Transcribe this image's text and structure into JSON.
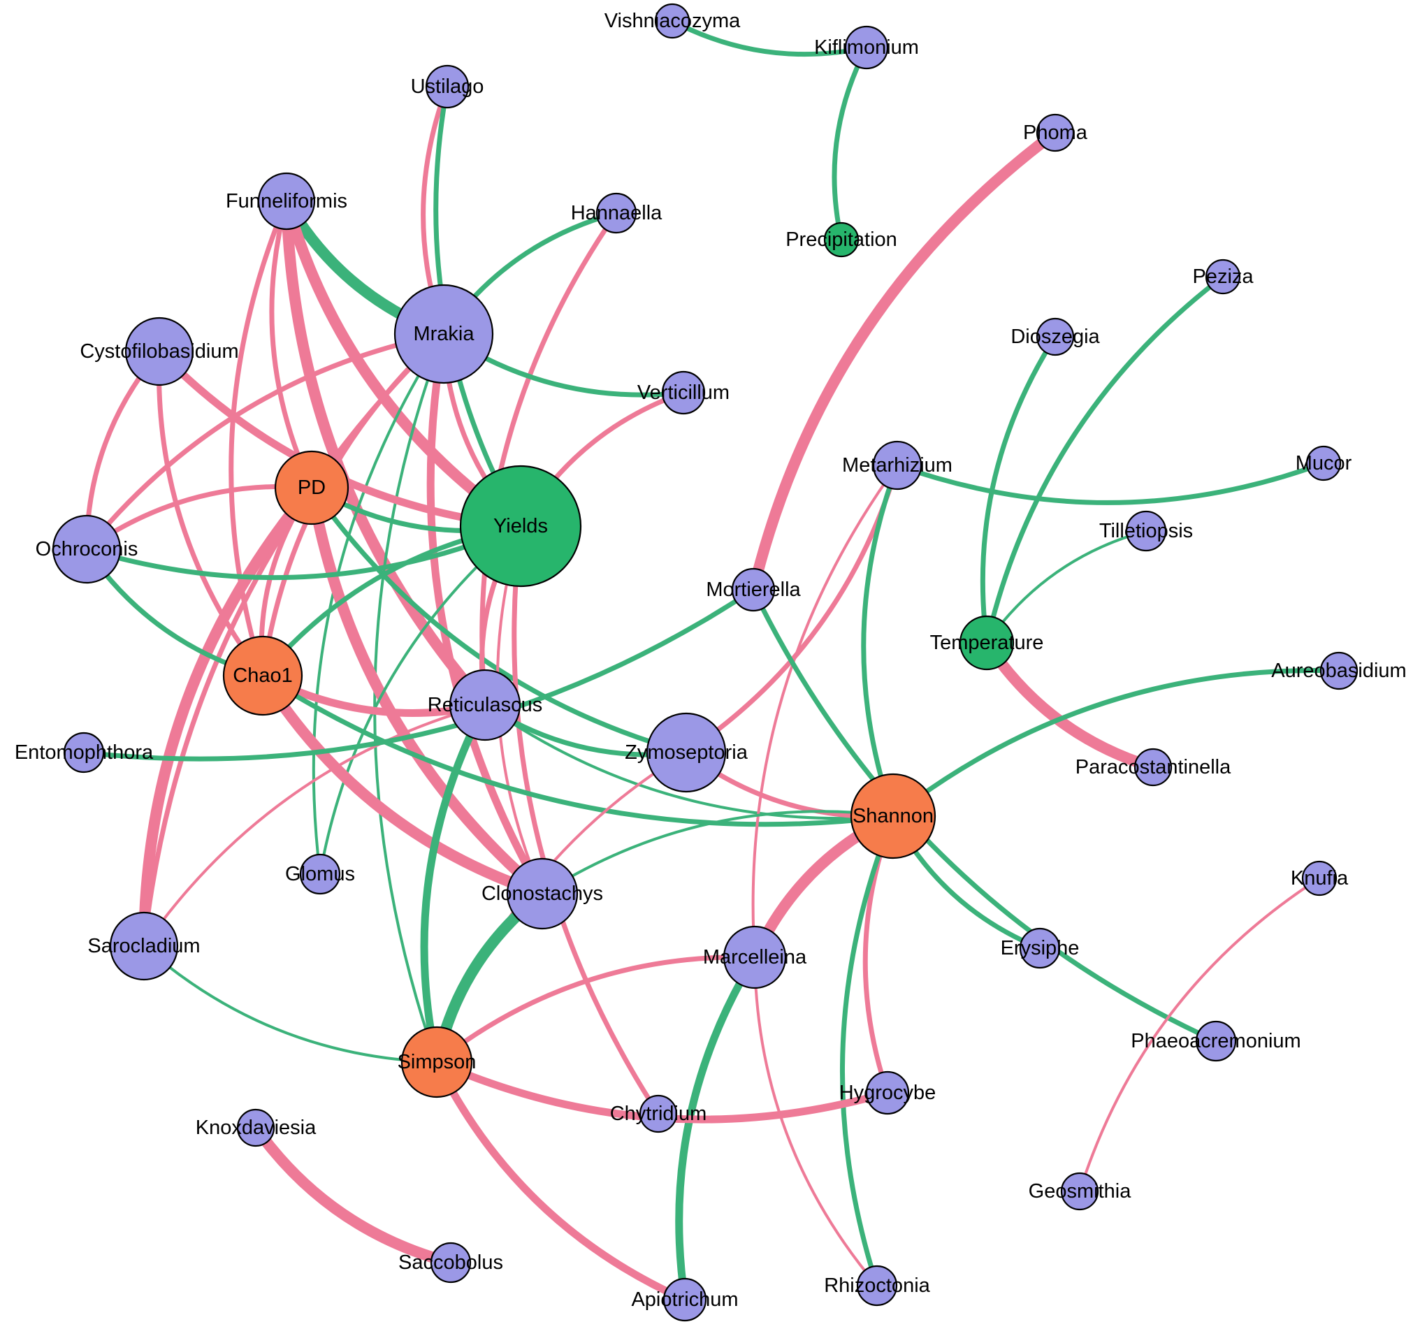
{
  "colors": {
    "genus": "#9b98e6",
    "alpha_diversity": "#f67c4b",
    "environment": "#27b56c",
    "positive": "#3bb27a",
    "negative": "#ee7a97"
  },
  "nodes": [
    {
      "id": "Vishniacozyma",
      "label": "Vishniacozyma",
      "group": "genus"
    },
    {
      "id": "Kiflimonium",
      "label": "Kiflimonium",
      "group": "genus"
    },
    {
      "id": "Ustilago",
      "label": "Ustilago",
      "group": "genus"
    },
    {
      "id": "Phoma",
      "label": "Phoma",
      "group": "genus"
    },
    {
      "id": "Funneliformis",
      "label": "Funneliformis",
      "group": "genus"
    },
    {
      "id": "Hannaella",
      "label": "Hannaella",
      "group": "genus"
    },
    {
      "id": "Precipitation",
      "label": "Precipitation",
      "group": "environment"
    },
    {
      "id": "Peziza",
      "label": "Peziza",
      "group": "genus"
    },
    {
      "id": "Mrakia",
      "label": "Mrakia",
      "group": "genus"
    },
    {
      "id": "Cystofilobasidium",
      "label": "Cystofilobasidium",
      "group": "genus"
    },
    {
      "id": "Dioszegia",
      "label": "Dioszegia",
      "group": "genus"
    },
    {
      "id": "Verticillum",
      "label": "Verticillum",
      "group": "genus"
    },
    {
      "id": "Metarhizium",
      "label": "Metarhizium",
      "group": "genus"
    },
    {
      "id": "Mucor",
      "label": "Mucor",
      "group": "genus"
    },
    {
      "id": "PD",
      "label": "PD",
      "group": "alpha_diversity"
    },
    {
      "id": "Yields",
      "label": "Yields",
      "group": "environment"
    },
    {
      "id": "Ochroconis",
      "label": "Ochroconis",
      "group": "genus"
    },
    {
      "id": "Tilletiopsis",
      "label": "Tilletiopsis",
      "group": "genus"
    },
    {
      "id": "Mortierella",
      "label": "Mortierella",
      "group": "genus"
    },
    {
      "id": "Temperature",
      "label": "Temperature",
      "group": "environment"
    },
    {
      "id": "Chao1",
      "label": "Chao1",
      "group": "alpha_diversity"
    },
    {
      "id": "Aureobasidium",
      "label": "Aureobasidium",
      "group": "genus"
    },
    {
      "id": "Reticulascus",
      "label": "Reticulascus",
      "group": "genus"
    },
    {
      "id": "Entomophthora",
      "label": "Entomophthora",
      "group": "genus"
    },
    {
      "id": "Zymoseptoria",
      "label": "Zymoseptoria",
      "group": "genus"
    },
    {
      "id": "Paracostantinella",
      "label": "Paracostantinella",
      "group": "genus"
    },
    {
      "id": "Shannon",
      "label": "Shannon",
      "group": "alpha_diversity"
    },
    {
      "id": "Glomus",
      "label": "Glomus",
      "group": "genus"
    },
    {
      "id": "Knufia",
      "label": "Knufia",
      "group": "genus"
    },
    {
      "id": "Clonostachys",
      "label": "Clonostachys",
      "group": "genus"
    },
    {
      "id": "Sarocladium",
      "label": "Sarocladium",
      "group": "genus"
    },
    {
      "id": "Erysiphe",
      "label": "Erysiphe",
      "group": "genus"
    },
    {
      "id": "Marcelleina",
      "label": "Marcelleina",
      "group": "genus"
    },
    {
      "id": "Phaeoacremonium",
      "label": "Phaeoacremonium",
      "group": "genus"
    },
    {
      "id": "Simpson",
      "label": "Simpson",
      "group": "alpha_diversity"
    },
    {
      "id": "Hygrocybe",
      "label": "Hygrocybe",
      "group": "genus"
    },
    {
      "id": "Chytridium",
      "label": "Chytridium",
      "group": "genus"
    },
    {
      "id": "Knoxdaviesia",
      "label": "Knoxdaviesia",
      "group": "genus"
    },
    {
      "id": "Geosmithia",
      "label": "Geosmithia",
      "group": "genus"
    },
    {
      "id": "Saccobolus",
      "label": "Saccobolus",
      "group": "genus"
    },
    {
      "id": "Rhizoctonia",
      "label": "Rhizoctonia",
      "group": "genus"
    },
    {
      "id": "Apiotrichum",
      "label": "Apiotrichum",
      "group": "genus"
    }
  ],
  "edges": [
    {
      "source": "Vishniacozyma",
      "target": "Kiflimonium",
      "sign": "positive",
      "weight": 2
    },
    {
      "source": "Kiflimonium",
      "target": "Precipitation",
      "sign": "positive",
      "weight": 2
    },
    {
      "source": "Phoma",
      "target": "Mortierella",
      "sign": "negative",
      "weight": 4
    },
    {
      "source": "Ustilago",
      "target": "Mrakia",
      "sign": "negative",
      "weight": 2
    },
    {
      "source": "Ustilago",
      "target": "Yields",
      "sign": "positive",
      "weight": 2
    },
    {
      "source": "Funneliformis",
      "target": "Mrakia",
      "sign": "positive",
      "weight": 4
    },
    {
      "source": "Funneliformis",
      "target": "Yields",
      "sign": "negative",
      "weight": 4
    },
    {
      "source": "Funneliformis",
      "target": "Reticulascus",
      "sign": "negative",
      "weight": 4
    },
    {
      "source": "Funneliformis",
      "target": "Chao1",
      "sign": "negative",
      "weight": 2
    },
    {
      "source": "Funneliformis",
      "target": "PD",
      "sign": "negative",
      "weight": 2
    },
    {
      "source": "Hannaella",
      "target": "Mrakia",
      "sign": "positive",
      "weight": 2
    },
    {
      "source": "Hannaella",
      "target": "Reticulascus",
      "sign": "negative",
      "weight": 2
    },
    {
      "source": "Mrakia",
      "target": "Verticillum",
      "sign": "positive",
      "weight": 2
    },
    {
      "source": "Mrakia",
      "target": "Clonostachys",
      "sign": "negative",
      "weight": 3
    },
    {
      "source": "Mrakia",
      "target": "Ochroconis",
      "sign": "negative",
      "weight": 2
    },
    {
      "source": "Mrakia",
      "target": "Chao1",
      "sign": "negative",
      "weight": 2
    },
    {
      "source": "Mrakia",
      "target": "Glomus",
      "sign": "positive",
      "weight": 1
    },
    {
      "source": "Mrakia",
      "target": "Simpson",
      "sign": "positive",
      "weight": 1
    },
    {
      "source": "Mrakia",
      "target": "Yields",
      "sign": "negative",
      "weight": 2
    },
    {
      "source": "Mrakia",
      "target": "Sarocladium",
      "sign": "negative",
      "weight": 2
    },
    {
      "source": "Cystofilobasidium",
      "target": "Yields",
      "sign": "negative",
      "weight": 3
    },
    {
      "source": "Cystofilobasidium",
      "target": "Ochroconis",
      "sign": "negative",
      "weight": 2
    },
    {
      "source": "Cystofilobasidium",
      "target": "Chao1",
      "sign": "negative",
      "weight": 2
    },
    {
      "source": "Verticillum",
      "target": "Yields",
      "sign": "negative",
      "weight": 2
    },
    {
      "source": "PD",
      "target": "Ochroconis",
      "sign": "negative",
      "weight": 2
    },
    {
      "source": "PD",
      "target": "Yields",
      "sign": "positive",
      "weight": 2
    },
    {
      "source": "PD",
      "target": "Clonostachys",
      "sign": "negative",
      "weight": 4
    },
    {
      "source": "PD",
      "target": "Sarocladium",
      "sign": "negative",
      "weight": 4
    },
    {
      "source": "PD",
      "target": "Zymoseptoria",
      "sign": "positive",
      "weight": 2
    },
    {
      "source": "PD",
      "target": "Chao1",
      "sign": "negative",
      "weight": 2
    },
    {
      "source": "Ochroconis",
      "target": "Yields",
      "sign": "positive",
      "weight": 2
    },
    {
      "source": "Ochroconis",
      "target": "Chao1",
      "sign": "positive",
      "weight": 2
    },
    {
      "source": "Yields",
      "target": "Chao1",
      "sign": "positive",
      "weight": 2
    },
    {
      "source": "Yields",
      "target": "Reticulascus",
      "sign": "negative",
      "weight": 2
    },
    {
      "source": "Yields",
      "target": "Chytridium",
      "sign": "negative",
      "weight": 2
    },
    {
      "source": "Yields",
      "target": "Clonostachys",
      "sign": "negative",
      "weight": 1
    },
    {
      "source": "Yields",
      "target": "Glomus",
      "sign": "positive",
      "weight": 1
    },
    {
      "source": "Chao1",
      "target": "Reticulascus",
      "sign": "negative",
      "weight": 3
    },
    {
      "source": "Chao1",
      "target": "Shannon",
      "sign": "positive",
      "weight": 2
    },
    {
      "source": "Chao1",
      "target": "Clonostachys",
      "sign": "negative",
      "weight": 4
    },
    {
      "source": "Reticulascus",
      "target": "Shannon",
      "sign": "positive",
      "weight": 1
    },
    {
      "source": "Reticulascus",
      "target": "Simpson",
      "sign": "positive",
      "weight": 3
    },
    {
      "source": "Reticulascus",
      "target": "Sarocladium",
      "sign": "negative",
      "weight": 1
    },
    {
      "source": "Reticulascus",
      "target": "Zymoseptoria",
      "sign": "positive",
      "weight": 2
    },
    {
      "source": "Entomophthora",
      "target": "Mortierella",
      "sign": "positive",
      "weight": 2
    },
    {
      "source": "Zymoseptoria",
      "target": "Shannon",
      "sign": "negative",
      "weight": 2
    },
    {
      "source": "Zymoseptoria",
      "target": "Simpson",
      "sign": "negative",
      "weight": 1
    },
    {
      "source": "Zymoseptoria",
      "target": "Metarhizium",
      "sign": "negative",
      "weight": 2
    },
    {
      "source": "Metarhizium",
      "target": "Mucor",
      "sign": "positive",
      "weight": 2
    },
    {
      "source": "Metarhizium",
      "target": "Shannon",
      "sign": "positive",
      "weight": 2
    },
    {
      "source": "Metarhizium",
      "target": "Marcelleina",
      "sign": "negative",
      "weight": 1
    },
    {
      "source": "Dioszegia",
      "target": "Temperature",
      "sign": "positive",
      "weight": 2
    },
    {
      "source": "Peziza",
      "target": "Temperature",
      "sign": "positive",
      "weight": 2
    },
    {
      "source": "Tilletiopsis",
      "target": "Temperature",
      "sign": "positive",
      "weight": 1
    },
    {
      "source": "Temperature",
      "target": "Paracostantinella",
      "sign": "negative",
      "weight": 4
    },
    {
      "source": "Mortierella",
      "target": "Phaeoacremonium",
      "sign": "positive",
      "weight": 2
    },
    {
      "source": "Aureobasidium",
      "target": "Shannon",
      "sign": "positive",
      "weight": 2
    },
    {
      "source": "Shannon",
      "target": "Clonostachys",
      "sign": "positive",
      "weight": 1
    },
    {
      "source": "Shannon",
      "target": "Marcelleina",
      "sign": "negative",
      "weight": 4
    },
    {
      "source": "Shannon",
      "target": "Erysiphe",
      "sign": "positive",
      "weight": 2
    },
    {
      "source": "Shannon",
      "target": "Hygrocybe",
      "sign": "negative",
      "weight": 2
    },
    {
      "source": "Shannon",
      "target": "Rhizoctonia",
      "sign": "positive",
      "weight": 2
    },
    {
      "source": "Knufia",
      "target": "Geosmithia",
      "sign": "negative",
      "weight": 1
    },
    {
      "source": "Clonostachys",
      "target": "Simpson",
      "sign": "positive",
      "weight": 4
    },
    {
      "source": "Sarocladium",
      "target": "Simpson",
      "sign": "positive",
      "weight": 1
    },
    {
      "source": "Marcelleina",
      "target": "Simpson",
      "sign": "negative",
      "weight": 2
    },
    {
      "source": "Marcelleina",
      "target": "Apiotrichum",
      "sign": "positive",
      "weight": 3
    },
    {
      "source": "Marcelleina",
      "target": "Rhizoctonia",
      "sign": "negative",
      "weight": 1
    },
    {
      "source": "Simpson",
      "target": "Apiotrichum",
      "sign": "negative",
      "weight": 3
    },
    {
      "source": "Simpson",
      "target": "Hygrocybe",
      "sign": "negative",
      "weight": 3
    },
    {
      "source": "Knoxdaviesia",
      "target": "Saccobolus",
      "sign": "negative",
      "weight": 4
    }
  ]
}
